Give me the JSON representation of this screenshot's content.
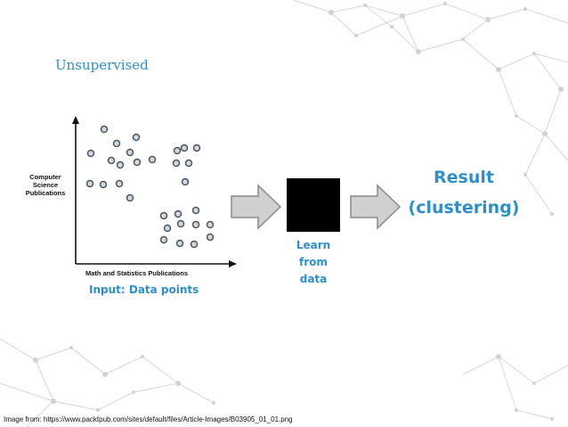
{
  "slide": {
    "title": "Unsupervised",
    "input_caption": "Input: Data points",
    "learn_lines": [
      "Learn",
      "from",
      "data"
    ],
    "result_lines": [
      "Result",
      "(clustering)"
    ],
    "credit": "Image from: https://www.packtpub.com/sites/default/files/Article-Images/B03905_01_01.png"
  },
  "plot": {
    "ylabel_lines": [
      "Computer",
      "Science",
      "Publications"
    ],
    "xlabel": "Math and Statistics Publications"
  },
  "colors": {
    "accent": "#2f8fc6",
    "arrow_fill": "#d0d0d0",
    "arrow_stroke": "#8a8a8a",
    "box": "#000000",
    "network": "#c8cdd2"
  }
}
